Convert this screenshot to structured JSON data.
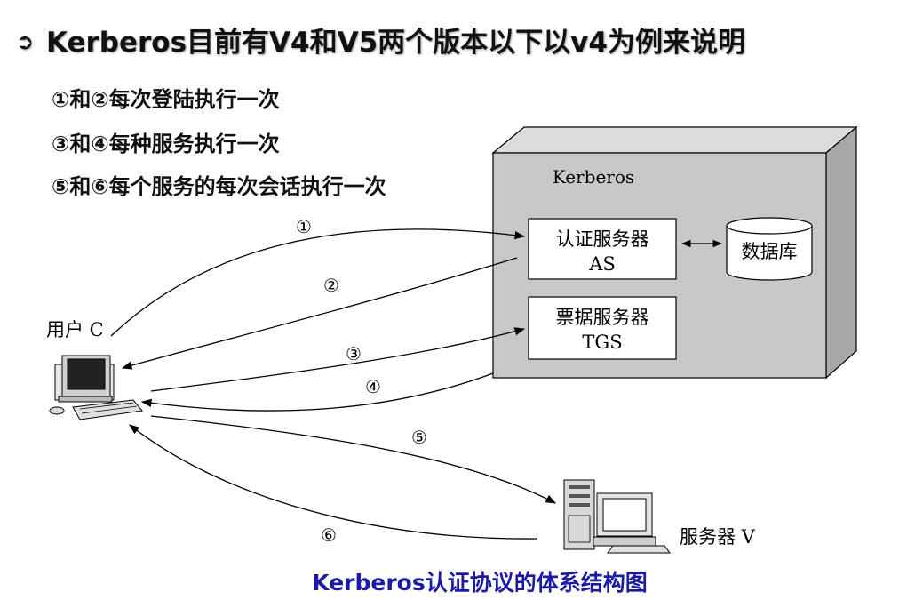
{
  "heading": {
    "bullet_icon": "circled-arrow-icon",
    "text": "Kerberos目前有V4和V5两个版本以下以v4为例来说明"
  },
  "notes": [
    "①和②每次登陆执行一次",
    "③和④每种服务执行一次",
    "⑤和⑥每个服务的每次会话执行一次"
  ],
  "diagram": {
    "kerberos_label": "Kerberos",
    "as_box": {
      "line1": "认证服务器",
      "line2": "AS"
    },
    "tgs_box": {
      "line1": "票据服务器",
      "line2": "TGS"
    },
    "database_label": "数据库",
    "user_label": "用户 C",
    "server_label": "服务器 V",
    "steps": [
      "①",
      "②",
      "③",
      "④",
      "⑤",
      "⑥"
    ]
  },
  "caption": "Kerberos认证协议的体系结构图",
  "colors": {
    "caption": "#1a1aa6",
    "kerberos_fill": "#c8c8c8"
  }
}
